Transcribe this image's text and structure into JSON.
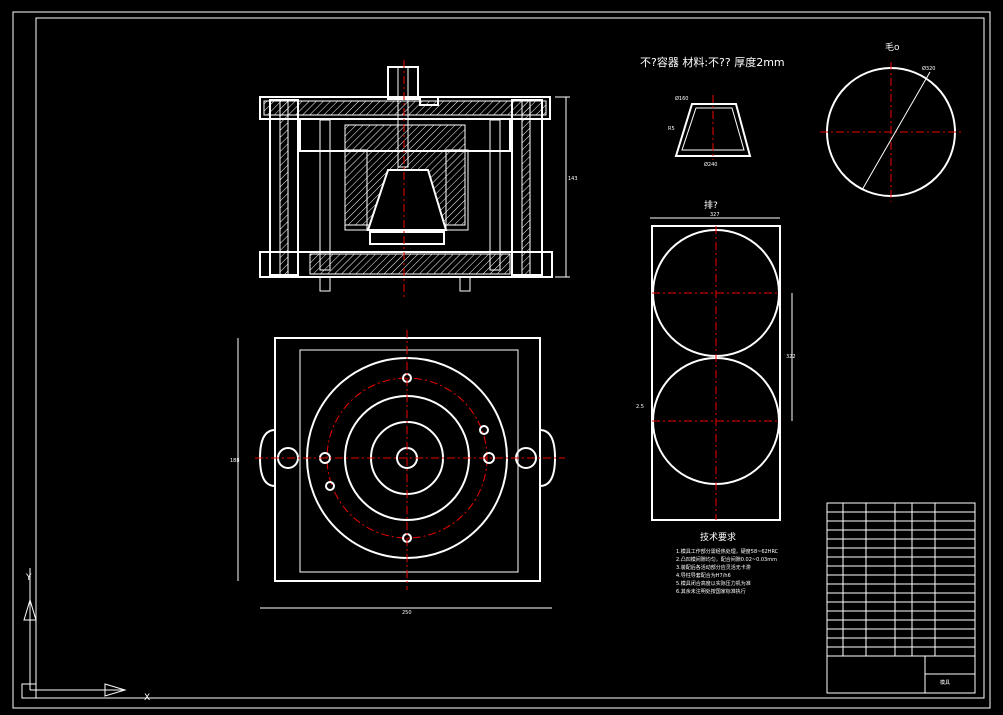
{
  "title_note": "不?容器 材料:不?? 厚度2mm",
  "view_labels": {
    "blank_view": "毛o",
    "layout_view": "排?"
  },
  "dimension_labels": {
    "mold_height": "143",
    "mold_width": "250",
    "mold_depth": "188",
    "part_top": "Ø160",
    "part_bottom": "Ø240",
    "part_height": "R5",
    "blank_dia": "Ø320",
    "layout_width": "327",
    "layout_pitch": "322",
    "layout_gap": "2.5"
  },
  "technical_requirements": {
    "heading": "技术要求",
    "lines": [
      "1.模具工作部分需经热处理，硬度58~62HRC",
      "2.凸凹模间隙均匀，配合间隙0.02~0.03mm",
      "3.装配后各活动部分应灵活无卡滞",
      "4.导柱导套配合为H7/h6",
      "5.模具闭合高度以实际压力机为准",
      "6.其余未注明处按国家标准执行"
    ]
  },
  "title_block": {
    "drawing_name": "模具",
    "rows": 17
  },
  "ucs": {
    "y_label": "Y",
    "x_label": "X"
  }
}
